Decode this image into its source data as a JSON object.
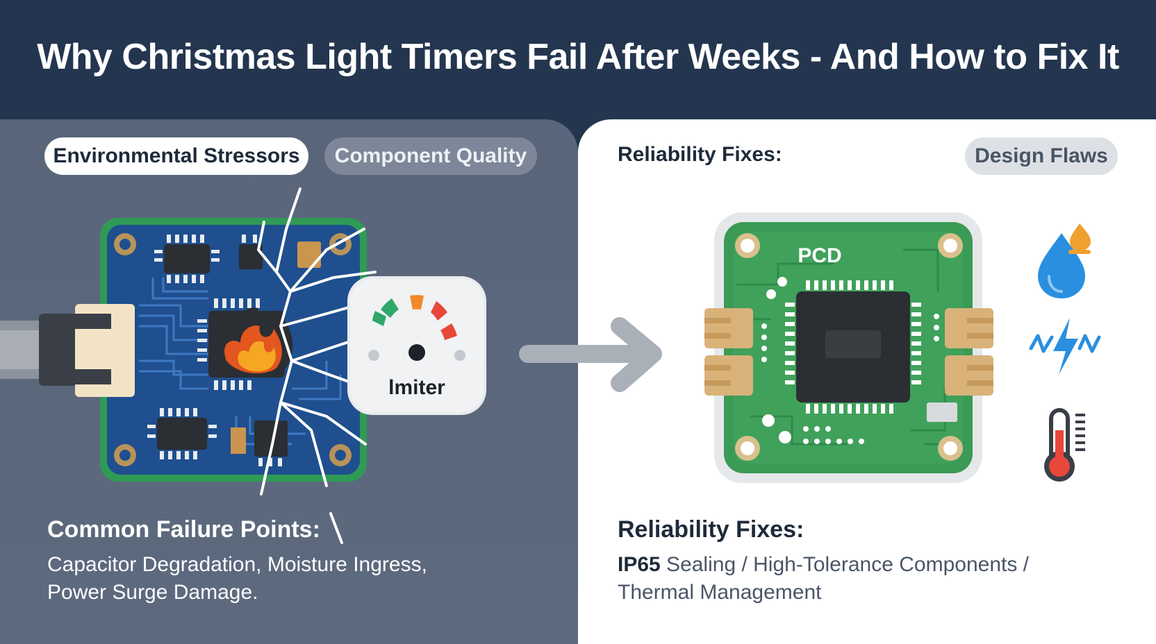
{
  "title": "Why Christmas Light Timers Fail After Weeks - And How to Fix It",
  "left": {
    "pill_active": "Environmental Stressors",
    "pill_inactive": "Component Quality",
    "gauge_label": "lmiter",
    "heading": "Common Failure Points:",
    "body_line1": "Capacitor Degradation, Moisture Ingress,",
    "body_line2": "Power Surge Damage."
  },
  "right": {
    "top_label": "Reliability Fixes:",
    "pill": "Design Flaws",
    "board_label": "PCD",
    "heading": "Reliability Fixes:",
    "body_bold": "IP65",
    "body_part1": " Sealing / High-Tolerance Components /",
    "body_line2": "Thermal Management"
  },
  "icons": {
    "left_board": "damaged-circuit-board-icon",
    "gauge": "surge-limiter-gauge-icon",
    "arrow": "arrow-right-icon",
    "right_board": "sealed-circuit-board-icon",
    "moisture": "water-drop-icon",
    "surge": "lightning-surge-icon",
    "heat": "thermometer-icon"
  },
  "colors": {
    "header": "#24364f",
    "left_panel": "#5d6a7e",
    "board_blue": "#1f4f8e",
    "board_green": "#3b9a55",
    "gauge_green": "#2fa86a",
    "gauge_orange": "#f08a2a",
    "gauge_red": "#e8473a",
    "icon_blue": "#2a8fe0"
  }
}
